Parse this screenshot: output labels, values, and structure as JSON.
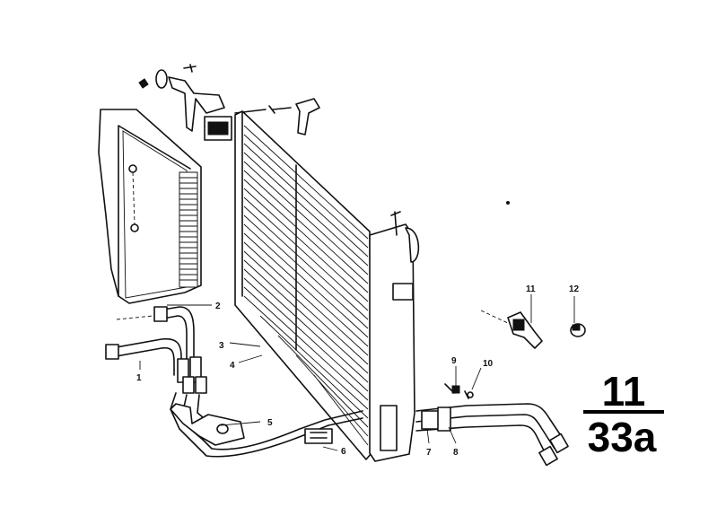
{
  "callouts": {
    "c1": "1",
    "c2": "2",
    "c3": "3",
    "c4": "4",
    "c5": "5",
    "c6": "6",
    "c7": "7",
    "c8": "8",
    "c9": "9",
    "c10": "10",
    "c11": "11",
    "c12": "12"
  },
  "section": {
    "group": "11",
    "subgroup": "33a"
  }
}
